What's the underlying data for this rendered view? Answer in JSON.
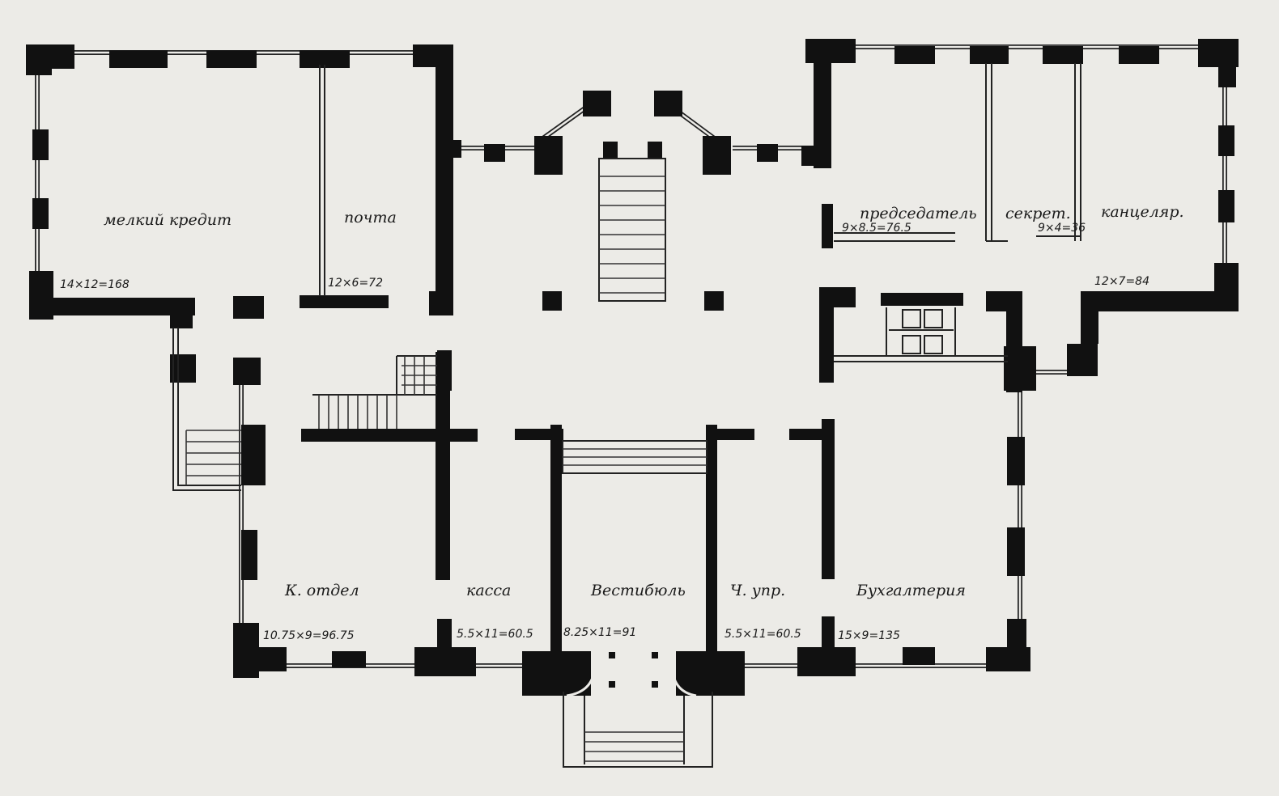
{
  "rooms": [
    {
      "name": "мелкий кредит",
      "area": "14×12=168"
    },
    {
      "name": "почта",
      "area": "12×6=72"
    },
    {
      "name": "председатель",
      "area": "9×8.5=76.5"
    },
    {
      "name": "секрет.",
      "area": "9×4=36"
    },
    {
      "name": "канцеляр.",
      "area": "12×7=84"
    },
    {
      "name": "К. отдел",
      "area": "10.75×9=96.75"
    },
    {
      "name": "касса",
      "area": "5.5×11=60.5"
    },
    {
      "name": "Вестибюль",
      "area": "8.25×11=91"
    },
    {
      "name": "Ч. упр.",
      "area": "5.5×11=60.5"
    },
    {
      "name": "Бухгалтерия",
      "area": "15×9=135"
    }
  ],
  "colors": {
    "paper": "#ecebe7",
    "ink": "#111111"
  }
}
